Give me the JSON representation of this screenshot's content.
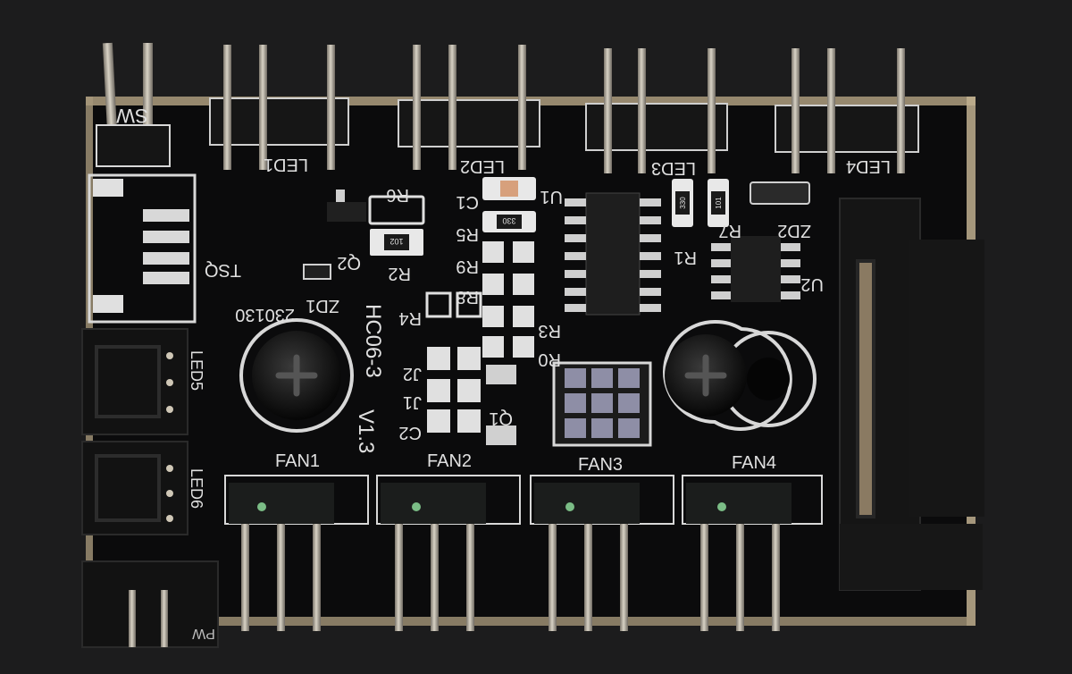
{
  "image": {
    "subject": "fan-hub-pcb",
    "colors": {
      "background": "#1b1b1c",
      "board": "#0f0f10",
      "silkscreen": "#d8d8d8",
      "pin": "#b7b0a2",
      "connector": "#141414"
    }
  },
  "labels": {
    "sw": "SW",
    "led1": "LED1",
    "led2": "LED2",
    "led3": "LED3",
    "led4": "LED4",
    "led5": "LED5",
    "led6": "LED6",
    "fan1": "FAN1",
    "fan2": "FAN2",
    "fan3": "FAN3",
    "fan4": "FAN4",
    "r6": "R6",
    "c1": "C1",
    "u1": "U1",
    "r5": "R5",
    "q2": "Q2",
    "r2": "R2",
    "r9": "R9",
    "r8": "R8",
    "r4": "R4",
    "r3": "R3",
    "r0": "R0",
    "zd1": "ZD1",
    "date": "230130",
    "tsq": "TSQ",
    "model": "HC06-3",
    "version": "V1.3",
    "j2": "J2",
    "j1": "J1",
    "c2": "C2",
    "q1": "Q1",
    "r1": "R1",
    "r7": "R7",
    "zd2": "ZD2",
    "u2": "U2",
    "res_r5": "330",
    "res_r2": "102",
    "res_r1": "330",
    "res_r7": "101",
    "pwr": "PW"
  }
}
